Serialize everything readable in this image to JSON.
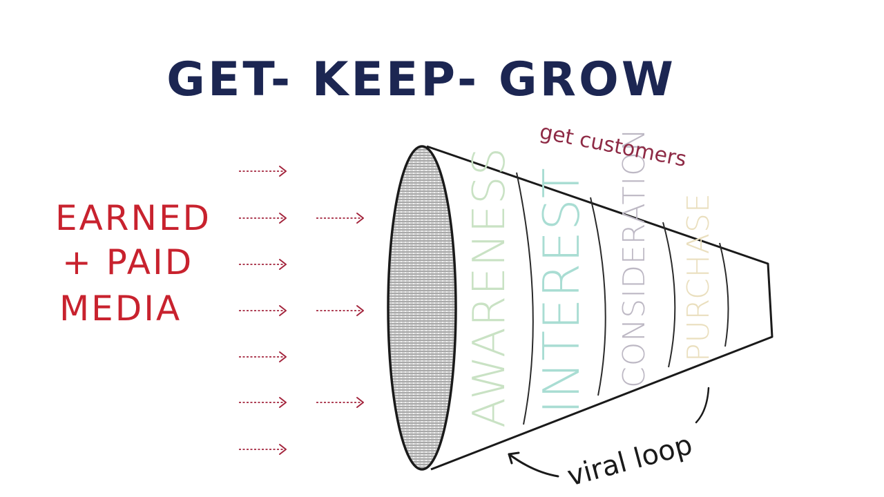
{
  "title": "GET- KEEP- GROW",
  "media": {
    "line1": "EARNED",
    "line2": "+ PAID",
    "line3": "MEDIA"
  },
  "top_note": "get customers",
  "bottom_note": "viral loop",
  "funnel": {
    "stages": [
      {
        "label": "AWARENESS",
        "color": "#c9e2c4"
      },
      {
        "label": "INTEREST",
        "color": "#a9ddd3"
      },
      {
        "label": "CONSIDERATION",
        "color": "#bdb8c4"
      },
      {
        "label": "PURCHASE",
        "color": "#eadfbe"
      }
    ]
  },
  "colors": {
    "title": "#1c2652",
    "media": "#c8222e",
    "note": "#8e2a45",
    "arrow": "#a3243c",
    "outline": "#1a1a1a"
  },
  "icons": {
    "arrow": "dotted-right-arrow-icon",
    "loop": "curved-arrow-icon"
  }
}
